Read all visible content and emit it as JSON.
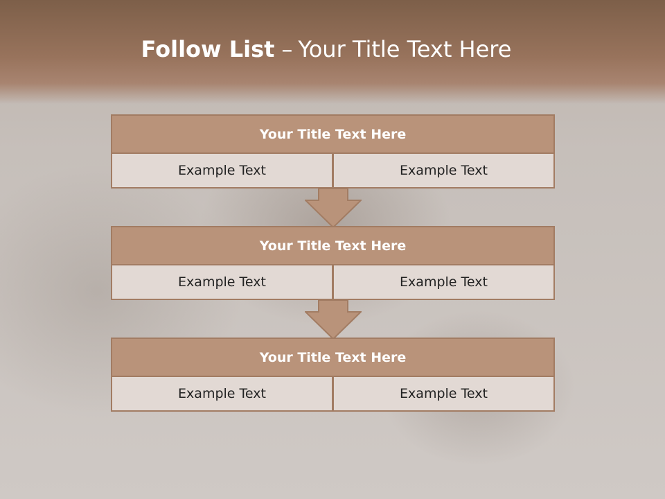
{
  "slide": {
    "title_bold": "Follow List",
    "title_separator": "–",
    "title_rest": "Your Title Text Here"
  },
  "steps": [
    {
      "title": "Your Title Text Here",
      "left": "Example Text",
      "right": "Example Text"
    },
    {
      "title": "Your Title Text Here",
      "left": "Example Text",
      "right": "Example Text"
    },
    {
      "title": "Your Title Text Here",
      "left": "Example Text",
      "right": "Example Text"
    }
  ],
  "colors": {
    "accent": "#b9937a",
    "border": "#a27c63",
    "cell_fill": "#e2d9d4",
    "title_band": "#8a6a54"
  },
  "icons": [
    "down-arrow-icon"
  ]
}
